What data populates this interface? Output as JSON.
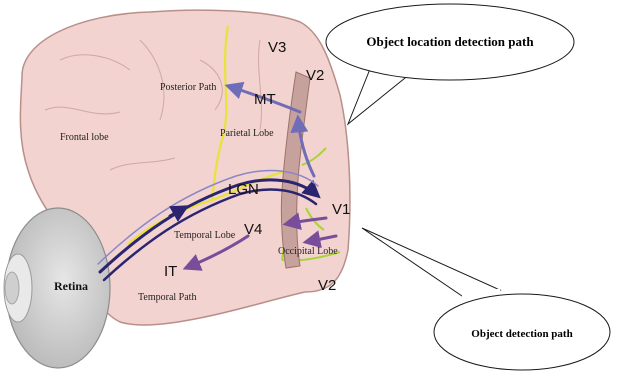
{
  "callouts": {
    "top": "Object location detection path",
    "bottom": "Object detection path"
  },
  "labels": {
    "v3": "V3",
    "v2_top": "V2",
    "mt": "MT",
    "posterior_path": "Posterior Path",
    "frontal_lobe": "Frontal lobe",
    "parietal_lobe": "Parietal Lobe",
    "lgn": "LGN",
    "v1": "V1",
    "temporal_lobe": "Temporal Lobe",
    "v4": "V4",
    "occipital_lobe": "Occipital Lobe",
    "retina": "Retina",
    "it": "IT",
    "temporal_path": "Temporal Path",
    "v2_bottom": "V2"
  },
  "colors": {
    "brain_fill": "#f2d3cf",
    "brain_stroke": "#b98f8a",
    "eye_fill": "#d4d4d4",
    "sulcus_yellow": "#e8e23a",
    "sulcus_green": "#a9d33a",
    "pathway_dark": "#2b2470",
    "pathway_light": "#8a86c7",
    "arrow_purple": "#7a4d9a"
  }
}
